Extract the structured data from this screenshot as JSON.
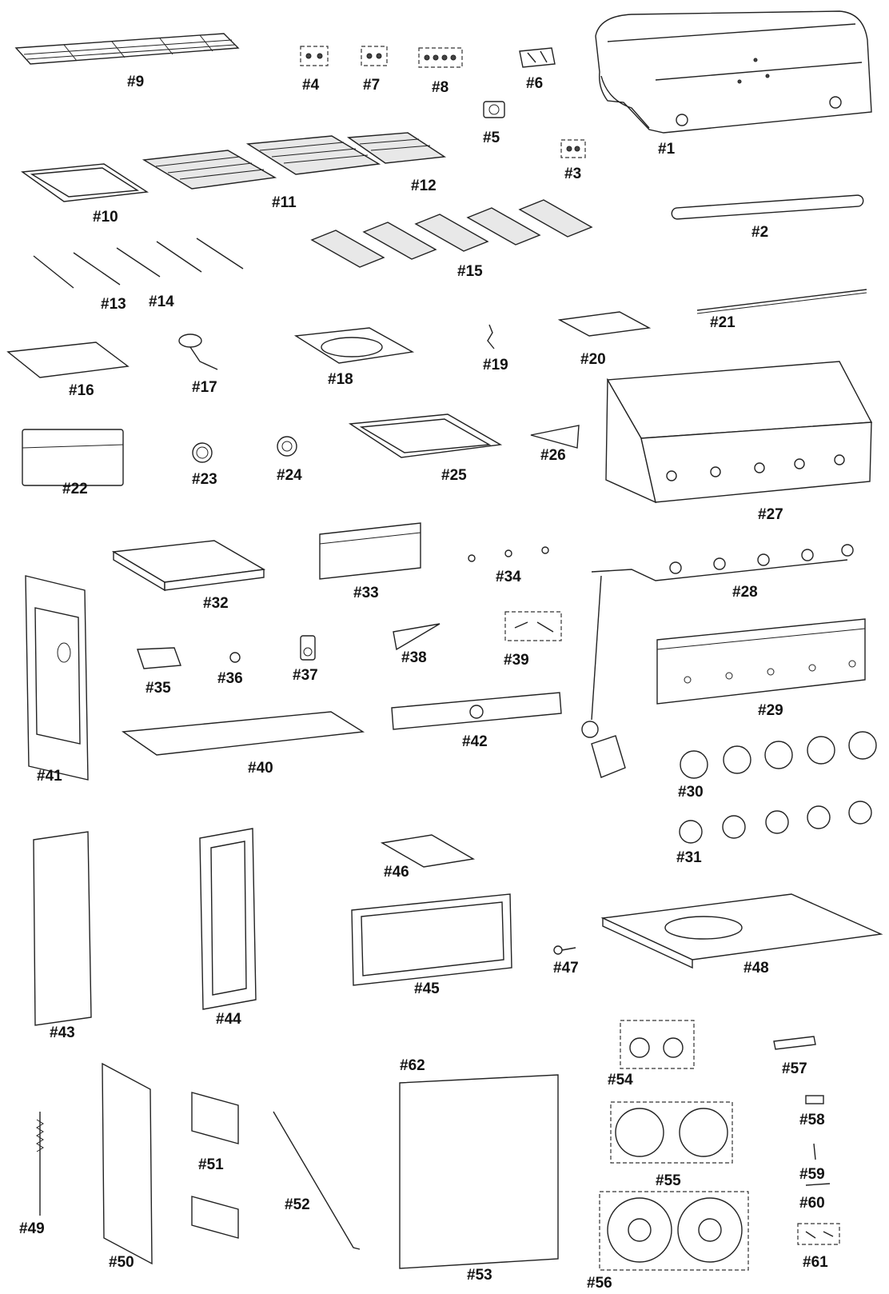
{
  "diagram": {
    "labels": [
      "#1",
      "#2",
      "#3",
      "#4",
      "#5",
      "#6",
      "#7",
      "#8",
      "#9",
      "#10",
      "#11",
      "#12",
      "#13",
      "#14",
      "#15",
      "#16",
      "#17",
      "#18",
      "#19",
      "#20",
      "#21",
      "#22",
      "#23",
      "#24",
      "#25",
      "#26",
      "#27",
      "#28",
      "#29",
      "#30",
      "#31",
      "#32",
      "#33",
      "#34",
      "#35",
      "#36",
      "#37",
      "#38",
      "#39",
      "#40",
      "#41",
      "#42",
      "#43",
      "#44",
      "#45",
      "#46",
      "#47",
      "#48",
      "#49",
      "#50",
      "#51",
      "#52",
      "#53",
      "#54",
      "#55",
      "#56",
      "#57",
      "#58",
      "#59",
      "#60",
      "#61",
      "#62"
    ]
  }
}
